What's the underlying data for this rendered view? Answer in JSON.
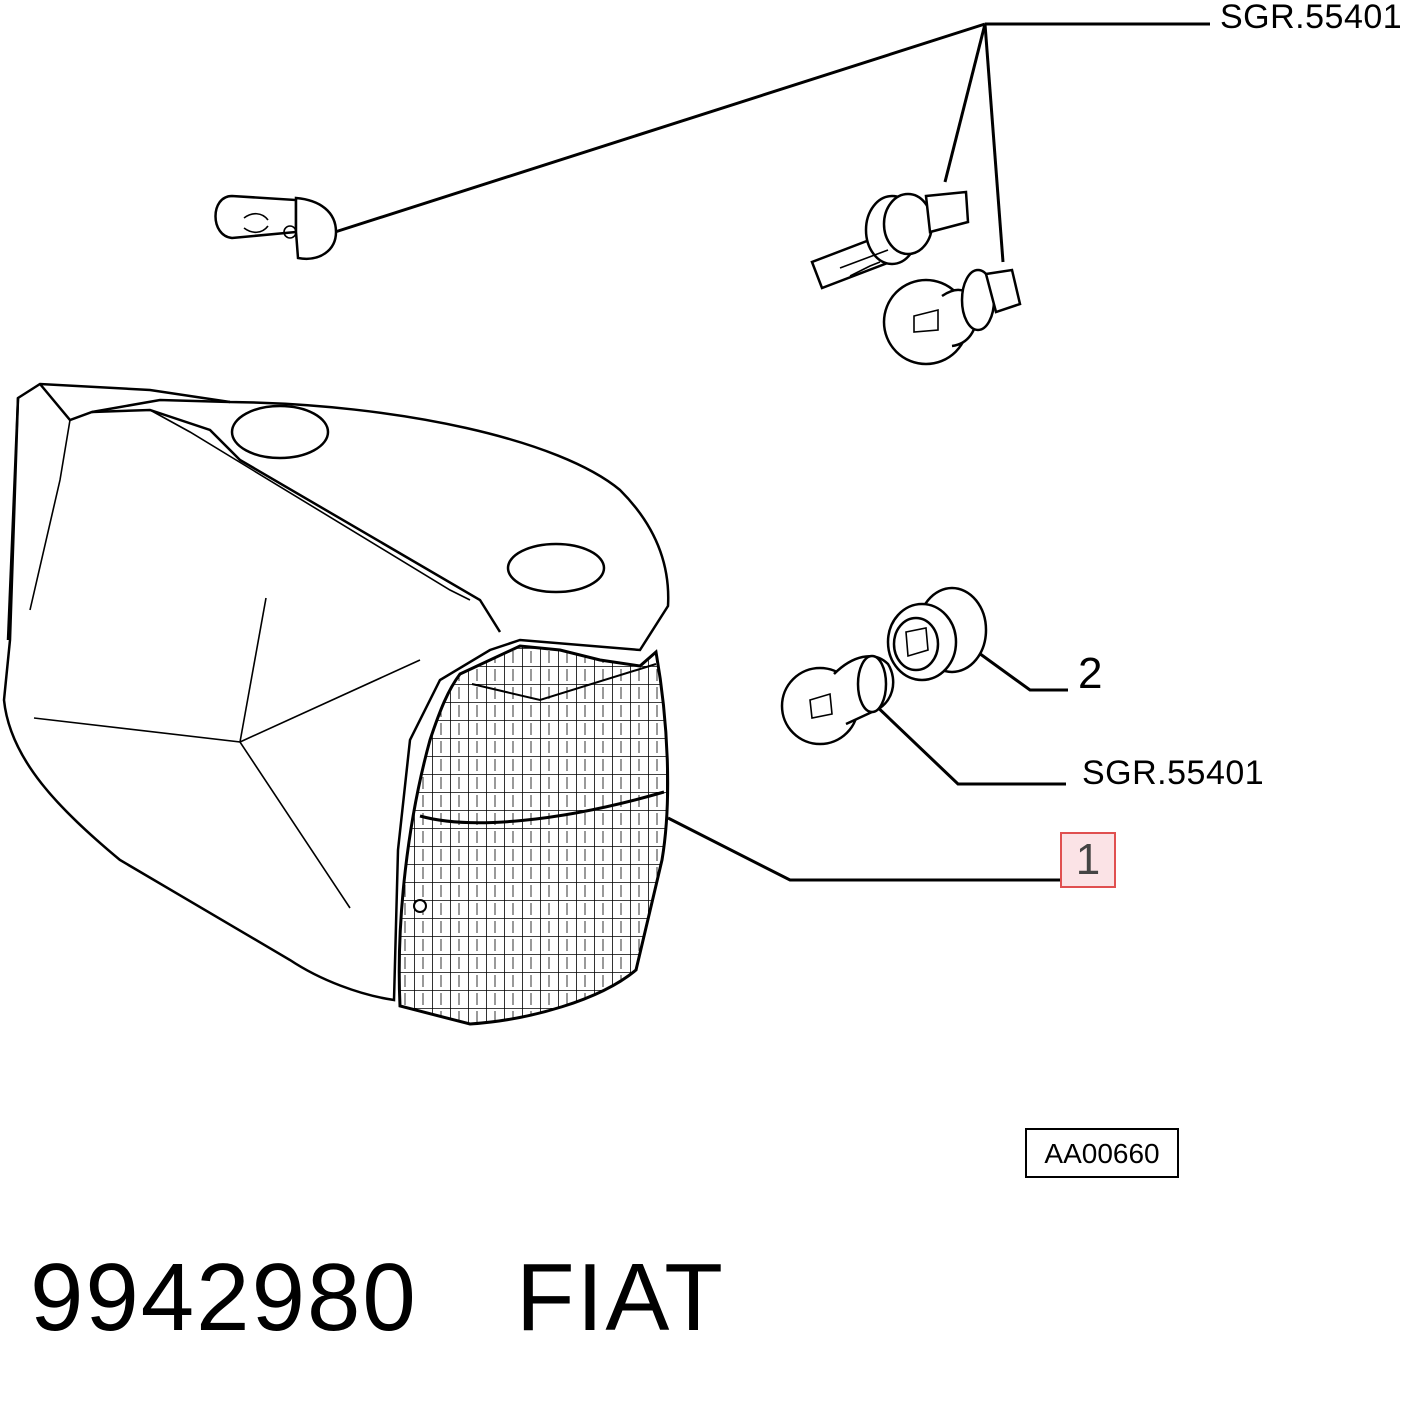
{
  "labels": {
    "ref_top": "SGR.55401",
    "ref_mid": "SGR.55401",
    "pos_2": "2",
    "pos_1": "1",
    "drawing_code": "AA00660"
  },
  "footer": {
    "part_number": "9942980",
    "brand": "FIAT"
  },
  "colors": {
    "highlight_border": "#e05050",
    "highlight_fill": "#fbe3e6"
  }
}
